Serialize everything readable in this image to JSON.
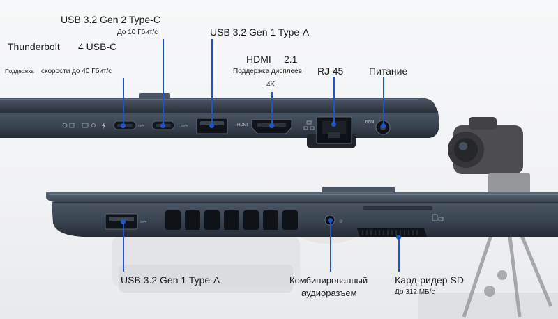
{
  "top_labels": {
    "usb_c_gen2_title": "USB 3.2 Gen 2 Type-C",
    "usb_c_gen2_speed": "До 10 Гбит/с",
    "thunderbolt": "Thunderbolt",
    "usb4": "4 USB-C",
    "tb_support": "Поддержка",
    "tb_speed": "скорости до 40 Гбит/с",
    "usb_a_gen1_top": "USB 3.2 Gen 1 Type-A",
    "hdmi": "HDMI",
    "hdmi_version": "2.1",
    "hdmi_support": "Поддержка дисплеев",
    "hdmi_res": "4K",
    "rj45": "RJ-45",
    "power": "Питание"
  },
  "bottom_labels": {
    "usb_a_gen1_bottom": "USB 3.2 Gen 1 Type-A",
    "audio_line1": "Комбинированный",
    "audio_line2": "аудиоразъем",
    "sd_title": "Кард-ридер SD",
    "sd_speed": "До 312 МБ/с"
  },
  "port_marks": {
    "dcin": "DCIN",
    "hdmi_mark": "HDMI"
  },
  "colors": {
    "accent": "#1e56c9",
    "chassis": "#3b4552",
    "chassis_dark": "#2a313b",
    "text": "#1b1b1b"
  }
}
